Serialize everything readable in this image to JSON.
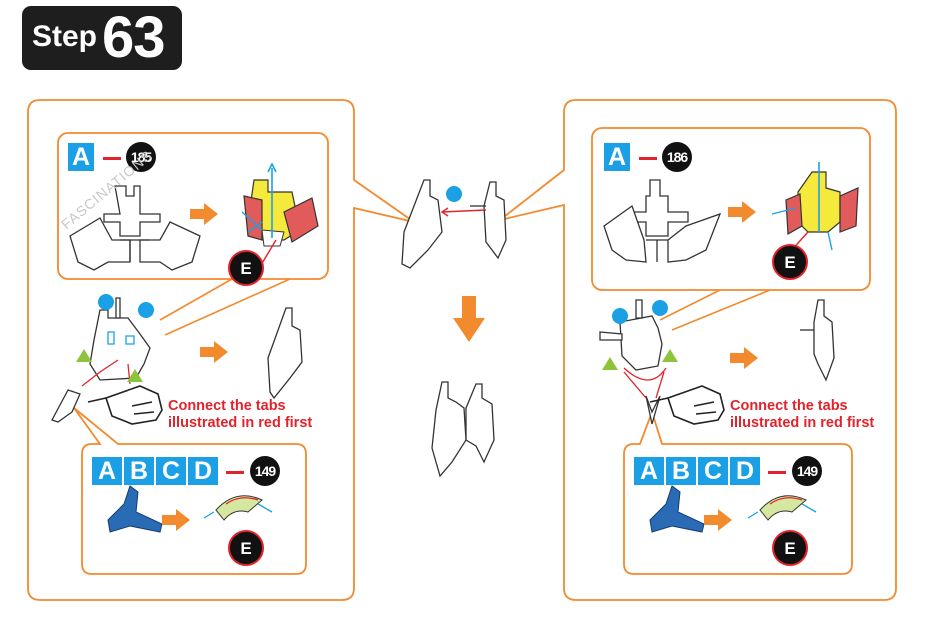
{
  "header": {
    "step_word": "Step",
    "step_number": "63"
  },
  "left": {
    "top_box": {
      "sheet": "A",
      "part": "185",
      "tag": "E"
    },
    "note_line1": "Connect the tabs",
    "note_line2": "illustrated in red first",
    "bottom_box": {
      "sheets": [
        "A",
        "B",
        "C",
        "D"
      ],
      "part": "149",
      "tag": "E"
    },
    "watermark": "FASCINATIONS"
  },
  "right": {
    "top_box": {
      "sheet": "A",
      "part": "186",
      "tag": "E"
    },
    "note_line1": "Connect the tabs",
    "note_line2": "illustrated in red first",
    "bottom_box": {
      "sheets": [
        "A",
        "B",
        "C",
        "D"
      ],
      "part": "149",
      "tag": "E"
    }
  },
  "colors": {
    "accent_orange": "#f28a2e",
    "sheet_blue": "#1ba0e6",
    "note_red": "#e3232b",
    "tab_green": "#8cc43c",
    "badge_black": "#1e1e1e"
  },
  "icons": [
    "hand-pointer-icon",
    "arrow-right-icon",
    "arrow-down-icon",
    "blue-dot-icon",
    "green-triangle-icon"
  ]
}
